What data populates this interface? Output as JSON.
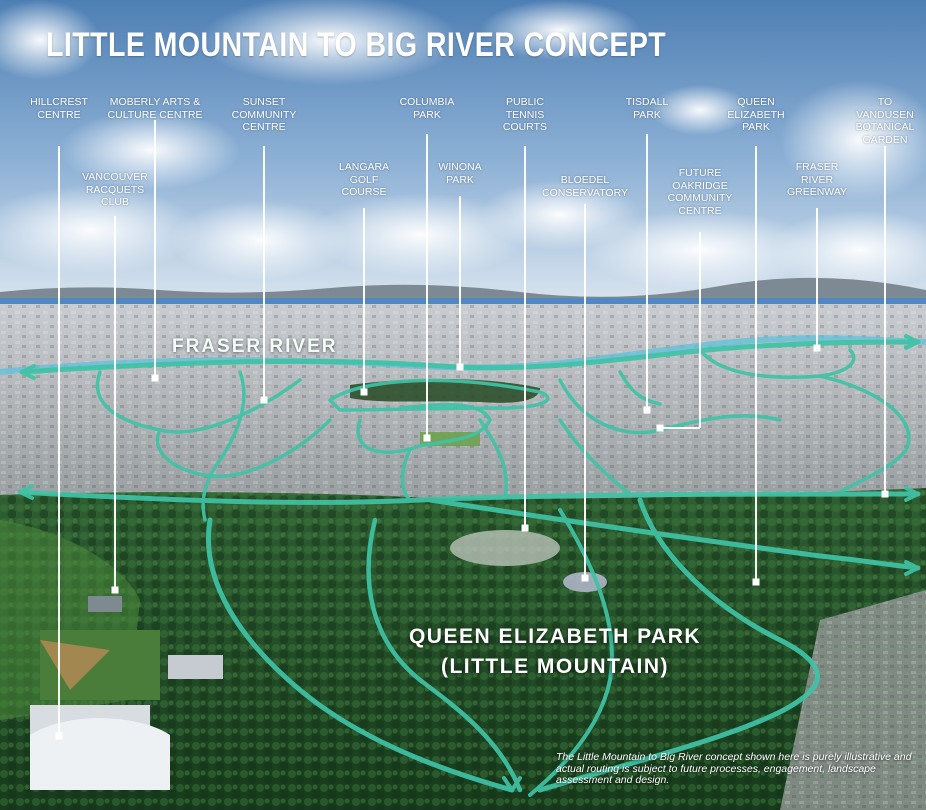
{
  "title": "LITTLE MOUNTAIN TO BIG RIVER CONCEPT",
  "locations": [
    {
      "id": "hillcrest",
      "label": "HILLCREST\nCENTRE"
    },
    {
      "id": "moberly",
      "label": "MOBERLY ARTS &\nCULTURE CENTRE"
    },
    {
      "id": "sunset",
      "label": "SUNSET\nCOMMUNITY\nCENTRE"
    },
    {
      "id": "vancouver-racquets",
      "label": "VANCOUVER\nRACQUETS\nCLUB"
    },
    {
      "id": "langara",
      "label": "LANGARA\nGOLF\nCOURSE"
    },
    {
      "id": "columbia",
      "label": "COLUMBIA\nPARK"
    },
    {
      "id": "winona",
      "label": "WINONA\nPARK"
    },
    {
      "id": "tennis",
      "label": "PUBLIC\nTENNIS\nCOURTS"
    },
    {
      "id": "bloedel",
      "label": "BLOEDEL\nCONSERVATORY"
    },
    {
      "id": "tisdall",
      "label": "TISDALL\nPARK"
    },
    {
      "id": "oakridge",
      "label": "FUTURE\nOAKRIDGE\nCOMMUNITY\nCENTRE"
    },
    {
      "id": "queen-elizabeth",
      "label": "QUEEN\nELIZABETH\nPARK"
    },
    {
      "id": "fraser-greenway",
      "label": "FRASER\nRIVER\nGREENWAY"
    },
    {
      "id": "vandusen",
      "label": "TO VANDUSEN\nBOTANICAL\nGARDEN"
    }
  ],
  "map": {
    "river_label": "FRASER RIVER",
    "park_label": "QUEEN ELIZABETH PARK\n(LITTLE MOUNTAIN)"
  },
  "disclaimer": "The Little Mountain to Big River concept shown here is purely illustrative and actual routing is subject to future processes, engagement, landscape assessment and design.",
  "colors": {
    "route": "#3fc3a6",
    "river": "#5fc0dc",
    "sky": "#6f9ac4",
    "forest": "#1f4d26"
  }
}
